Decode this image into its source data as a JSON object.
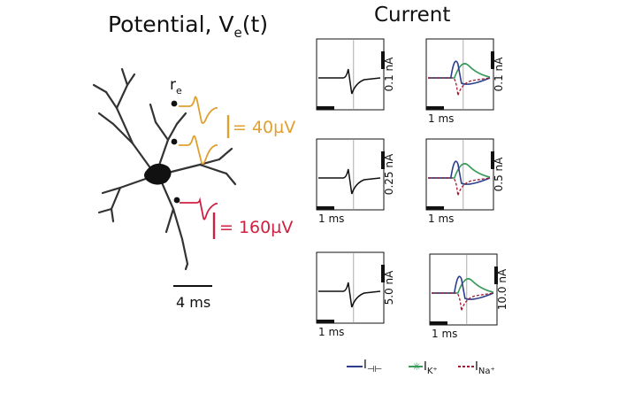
{
  "potential": {
    "title_main": "Potential, V",
    "title_sub": "e",
    "title_tail": "(t)",
    "electrode_label": "r",
    "electrode_sub": "e",
    "scale_upper": "= 40µV",
    "scale_lower": "= 160µV",
    "time_scale": "4 ms",
    "colors": {
      "upper_trace": "#e0a030",
      "lower_trace": "#d02040",
      "neuron": "#333333"
    }
  },
  "current": {
    "title": "Current",
    "panels": [
      {
        "scale_label": "0.1 nA",
        "time_label": "",
        "type": "total"
      },
      {
        "scale_label": "0.1 nA",
        "time_label": "1 ms",
        "type": "components"
      },
      {
        "scale_label": "0.25 nA",
        "time_label": "1 ms",
        "type": "total"
      },
      {
        "scale_label": "0.5 nA",
        "time_label": "1 ms",
        "type": "components"
      },
      {
        "scale_label": "5.0 nA",
        "time_label": "1 ms",
        "type": "total"
      },
      {
        "scale_label": "10.0 nA",
        "time_label": "1 ms",
        "type": "components"
      }
    ]
  },
  "legend": {
    "items": [
      {
        "label": "I",
        "sub": "⊣⊢",
        "color": "#2c3e8c",
        "style": "solid"
      },
      {
        "label": "I",
        "sub": "K⁺",
        "color": "#3a9a5a",
        "style": "star"
      },
      {
        "label": "I",
        "sub": "Na⁺",
        "color": "#a01830",
        "style": "dashed"
      }
    ]
  }
}
